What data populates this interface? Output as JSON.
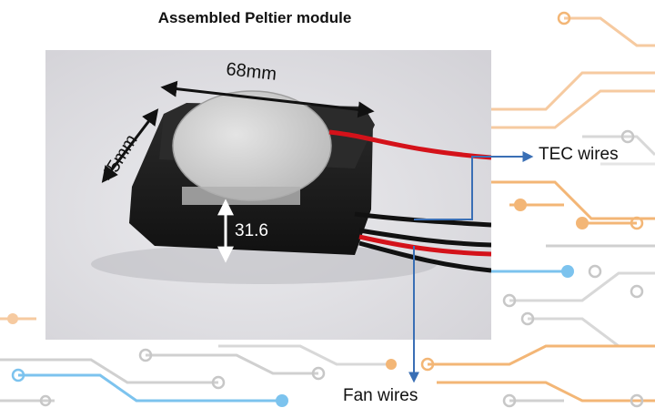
{
  "title": "Assembled  Peltier module",
  "dimensions": {
    "length": "68mm",
    "width": "45mm",
    "height": "31.6"
  },
  "callouts": {
    "tec": "TEC wires",
    "fan": "Fan wires"
  },
  "colors": {
    "photo_background": "#e3e2e6",
    "housing": "#1c1c1c",
    "plate": "#cfcfcf",
    "wire_red": "#d4121a",
    "wire_black": "#111111",
    "callout_arrow": "#3a6fb5",
    "circuit_orange": "#f3b676",
    "circuit_blue": "#7cc3ee",
    "circuit_gray": "#c7c7c7"
  }
}
